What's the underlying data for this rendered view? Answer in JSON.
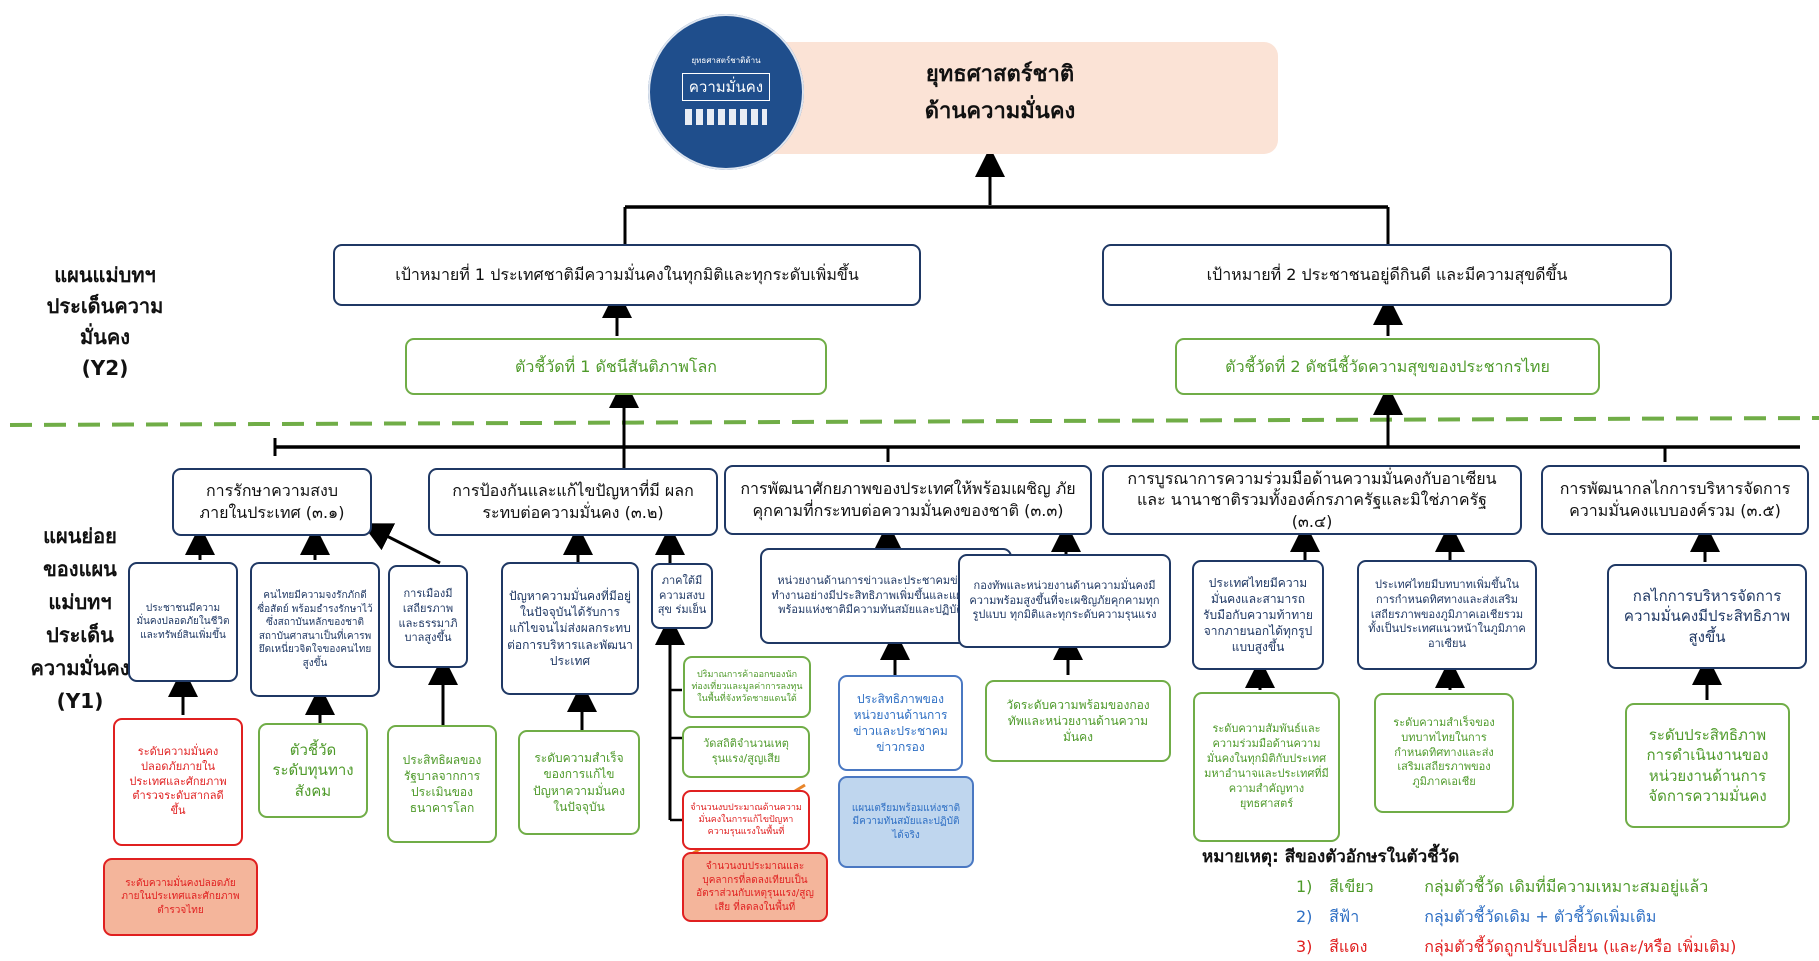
{
  "top": {
    "logo_small": "ยุทธศาสตร์ชาติด้าน",
    "logo_big": "ความมั่นคง",
    "title_line1": "ยุทธศาสตร์ชาติ",
    "title_line2": "ด้านความมั่นคง"
  },
  "left_labels": {
    "y2": [
      "แผนแม่บทฯ",
      "ประเด็นความ",
      "มั่นคง",
      "(Y2)"
    ],
    "y1": [
      "แผนย่อย",
      "ของแผน",
      "แม่บทฯ",
      "ประเด็น",
      "ความมั่นคง",
      "(Y1)"
    ]
  },
  "goals": [
    "เป้าหมายที่ 1 ประเทศชาติมีความมั่นคงในทุกมิติและทุกระดับเพิ่มขึ้น",
    "เป้าหมายที่ 2 ประชาชนอยู่ดีกินดี และมีความสุขดีขึ้น"
  ],
  "indicators": [
    "ตัวชี้วัดที่ 1 ดัชนีสันติภาพโลก",
    "ตัวชี้วัดที่ 2 ดัชนีชี้วัดความสุขของประชากรไทย"
  ],
  "plans": [
    "การรักษาความสงบ ภายในประเทศ (๓.๑)",
    "การป้องกันและแก้ไขปัญหาที่มี ผลกระทบต่อความมั่นคง (๓.๒)",
    "การพัฒนาศักยภาพของประเทศให้พร้อมเผชิญ ภัยคุกคามที่กระทบต่อความมั่นคงของชาติ (๓.๓)",
    "การบูรณาการความร่วมมือด้านความมั่นคงกับอาเซียนและ นานาชาติรวมทั้งองค์กรภาครัฐและมิใช่ภาครัฐ (๓.๔)",
    "การพัฒนากลไกการบริหารจัดการ ความมั่นคงแบบองค์รวม (๓.๕)"
  ],
  "targets": {
    "t1": "ประชาชนมีความมั่นคงปลอดภัยในชีวิตและทรัพย์สินเพิ่มขึ้น",
    "t2": "คนไทยมีความจงรักภักดี ซื่อสัตย์ พร้อมธำรงรักษาไว้ซึ่งสถาบันหลักของชาติ สถาบันศาสนาเป็นที่เคารพยึดเหนี่ยวจิตใจของคนไทยสูงขึ้น",
    "t3": "การเมืองมีเสถียรภาพและธรรมาภิบาลสูงขึ้น",
    "t4": "ปัญหาความมั่นคงที่มีอยู่ในปัจจุบันได้รับการแก้ไขจนไม่ส่งผลกระทบต่อการบริหารและพัฒนาประเทศ",
    "t5": "ภาคใต้มีความสงบสุข ร่มเย็น",
    "t6": "หน่วยงานด้านการข่าวและประชาคมข่าวกรองทำงานอย่างมีประสิทธิภาพเพิ่มขึ้นและแผนเตรียมพร้อมแห่งชาติมีความทันสมัยและปฏิบัติได้จริง",
    "t7": "กองทัพและหน่วยงานด้านความมั่นคงมีความพร้อมสูงขึ้นที่จะเผชิญภัยคุกคามทุกรูปแบบ ทุกมิติและทุกระดับความรุนแรง",
    "t8": "ประเทศไทยมีความมั่นคงและสามารถรับมือกับความท้าทายจากภายนอกได้ทุกรูปแบบสูงขึ้น",
    "t9": "ประเทศไทยมีบทบาทเพิ่มขึ้นในการกำหนดทิศทางและส่งเสริมเสถียรภาพของภูมิภาคเอเชียรวมทั้งเป็นประเทศแนวหน้าในภูมิภาคอาเซียน",
    "t10": "กลไกการบริหารจัดการความมั่นคงมีประสิทธิภาพสูงขึ้น"
  },
  "kpis": {
    "k1_red": "ระดับความมั่นคงปลอดภัยภายในประเทศและศักยภาพตำรวจระดับสากลดีขึ้น",
    "k1_redfill": "ระดับความมั่นคงปลอดภัยภายในประเทศและศักยภาพตำรวจไทย",
    "k2": "ตัวชี้วัด ระดับทุนทางสังคม",
    "k3": "ประสิทธิผลของรัฐบาลจากการประเมินของธนาคารโลก",
    "k4": "ระดับความสำเร็จของการแก้ไขปัญหาความมั่นคงในปัจจุบัน",
    "k5a": "ปริมาณการค้าออกของนักท่องเที่ยวและมูลค่าการลงทุนในพื้นที่จังหวัดชายแดนใต้",
    "k5b": "วัดสถิติจำนวนเหตุรุนแรง/สูญเสีย",
    "k5c_red": "จำนวนงบประมาณด้านความมั่นคงในการแก้ไขปัญหาความรุนแรงในพื้นที่",
    "k5d_redfill": "จำนวนงบประมาณและบุคลากรที่ลดลงเทียบเป็นอัตราส่วนกับเหตุรุนแรง/สูญเสีย ที่ลดลงในพื้นที่",
    "k6a": "ประสิทธิภาพของหน่วยงานด้านการข่าวและประชาคมข่าวกรอง",
    "k6b": "แผนเตรียมพร้อมแห่งชาติมีความทันสมัยและปฏิบัติได้จริง",
    "k7": "วัดระดับความพร้อมของกองทัพและหน่วยงานด้านความมั่นคง",
    "k8": "ระดับความสัมพันธ์และความร่วมมือด้านความมั่นคงในทุกมิติกับประเทศมหาอำนาจและประเทศที่มีความสำคัญทางยุทธศาสตร์",
    "k9": "ระดับความสำเร็จของบทบาทไทยในการกำหนดทิศทางและส่งเสริมเสถียรภาพของภูมิภาคเอเชีย",
    "k10": "ระดับประสิทธิภาพการดำเนินงานของหน่วยงานด้านการจัดการความมั่นคง"
  },
  "legend": {
    "title": "หมายเหตุ: สีของตัวอักษรในตัวชี้วัด",
    "items": [
      {
        "num": "1)",
        "color_name": "สีเขียว",
        "desc": "กลุ่มตัวชี้วัด เดิมที่มีความเหมาะสมอยู่แล้ว",
        "color": "#4e9a2a"
      },
      {
        "num": "2)",
        "color_name": "สีฟ้า",
        "desc": "กลุ่มตัวชี้วัดเดิม + ตัวชี้วัดเพิ่มเติม",
        "color": "#2e6fc4"
      },
      {
        "num": "3)",
        "color_name": "สีแดง",
        "desc": "กลุ่มตัวชี้วัดถูกปรับเปลี่ยน (และ/หรือ เพิ่มเติม)",
        "color": "#e02020"
      }
    ]
  },
  "colors": {
    "navy": "#1f3864",
    "green": "#70ad47",
    "red": "#e02020",
    "blue": "#4a78c2",
    "dash": "#70ad47"
  }
}
